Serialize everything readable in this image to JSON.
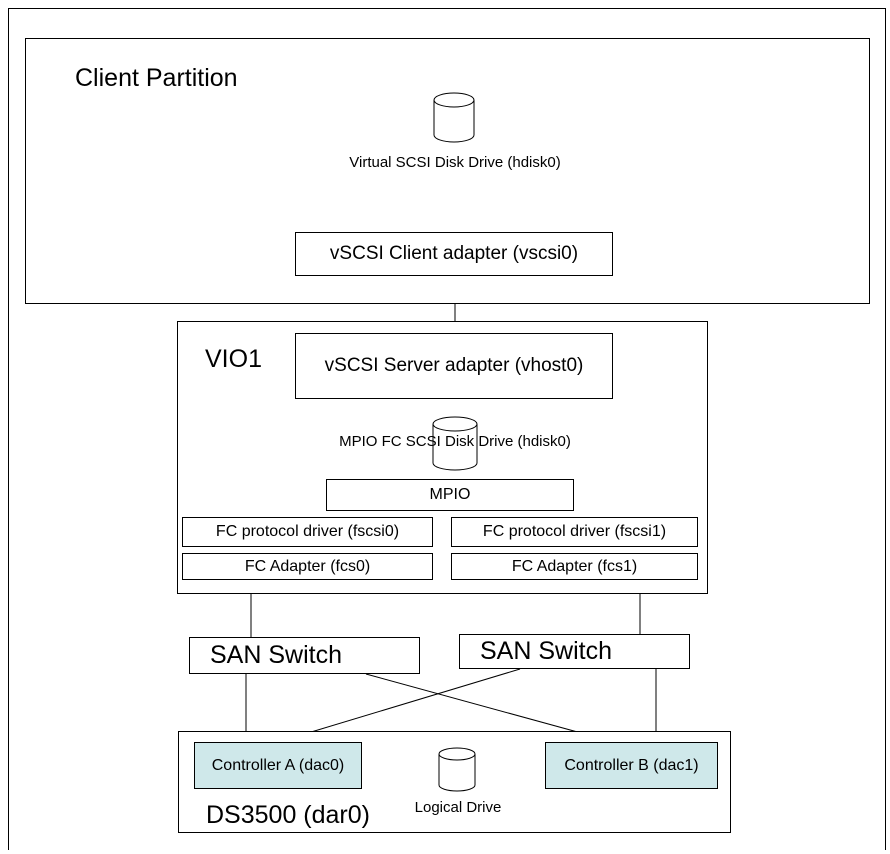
{
  "client_partition": {
    "title": "Client Partition",
    "disk_label": "Virtual SCSI Disk Drive (hdisk0)",
    "adapter_label": "vSCSI Client adapter (vscsi0)"
  },
  "vio": {
    "title": "VIO1",
    "server_adapter_label": "vSCSI Server adapter (vhost0)",
    "mpio_disk_label": "MPIO FC SCSI Disk Drive (hdisk0)",
    "mpio_label": "MPIO",
    "fc_protocol_0": "FC protocol driver (fscsi0)",
    "fc_protocol_1": "FC protocol driver (fscsi1)",
    "fc_adapter_0": "FC Adapter (fcs0)",
    "fc_adapter_1": "FC Adapter (fcs1)"
  },
  "san": {
    "switch_1": "SAN Switch",
    "switch_2": "SAN Switch"
  },
  "storage": {
    "title": "DS3500 (dar0)",
    "controller_a": "Controller A (dac0)",
    "controller_b": "Controller B (dac1)",
    "logical_drive_label": "Logical Drive",
    "controller_color": "#cfe8ea"
  }
}
